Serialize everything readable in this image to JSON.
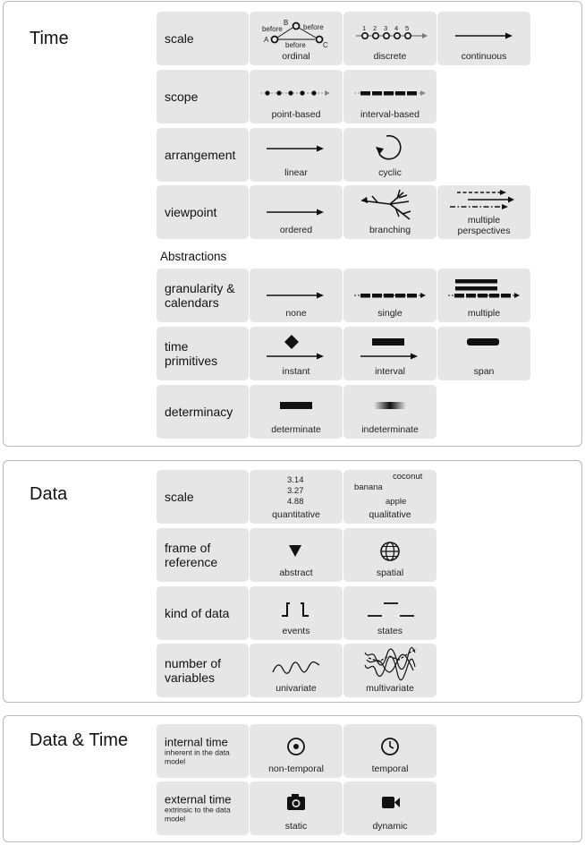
{
  "sections": {
    "time": {
      "title": "Time",
      "rows": {
        "scale": {
          "label": "scale",
          "options": [
            "ordinal",
            "discrete",
            "continuous"
          ],
          "ordinal_labels": {
            "a": "A",
            "b": "B",
            "c": "C",
            "before": "before"
          },
          "discrete_ticks": [
            "1",
            "2",
            "3",
            "4",
            "5"
          ]
        },
        "scope": {
          "label": "scope",
          "options": [
            "point-based",
            "interval-based"
          ]
        },
        "arrangement": {
          "label": "arrangement",
          "options": [
            "linear",
            "cyclic"
          ]
        },
        "viewpoint": {
          "label": "viewpoint",
          "options": [
            "ordered",
            "branching",
            "multiple perspectives"
          ],
          "multiple_line1": "multiple",
          "multiple_line2": "perspectives"
        }
      },
      "abstractions_heading": "Abstractions",
      "abstractions": {
        "granularity": {
          "label_line1": "granularity &",
          "label_line2": "calendars",
          "options": [
            "none",
            "single",
            "multiple"
          ]
        },
        "primitives": {
          "label_line1": "time",
          "label_line2": "primitives",
          "options": [
            "instant",
            "interval",
            "span"
          ]
        },
        "determinacy": {
          "label": "determinacy",
          "options": [
            "determinate",
            "indeterminate"
          ]
        }
      }
    },
    "data": {
      "title": "Data",
      "rows": {
        "scale": {
          "label": "scale",
          "options": [
            "quantitative",
            "qualitative"
          ],
          "numbers": [
            "3.14",
            "3.27",
            "4.88"
          ],
          "words": [
            "coconut",
            "banana",
            "apple"
          ]
        },
        "frame": {
          "label_line1": "frame of",
          "label_line2": "reference",
          "options": [
            "abstract",
            "spatial"
          ]
        },
        "kind": {
          "label": "kind of data",
          "options": [
            "events",
            "states"
          ]
        },
        "variables": {
          "label_line1": "number of",
          "label_line2": "variables",
          "options": [
            "univariate",
            "multivariate"
          ]
        }
      }
    },
    "data_time": {
      "title": "Data & Time",
      "rows": {
        "internal": {
          "label": "internal time",
          "sub": "inherent in the data model",
          "options": [
            "non-temporal",
            "temporal"
          ]
        },
        "external": {
          "label": "external time",
          "sub": "extrinsic to the data model",
          "options": [
            "static",
            "dynamic"
          ]
        }
      }
    }
  }
}
